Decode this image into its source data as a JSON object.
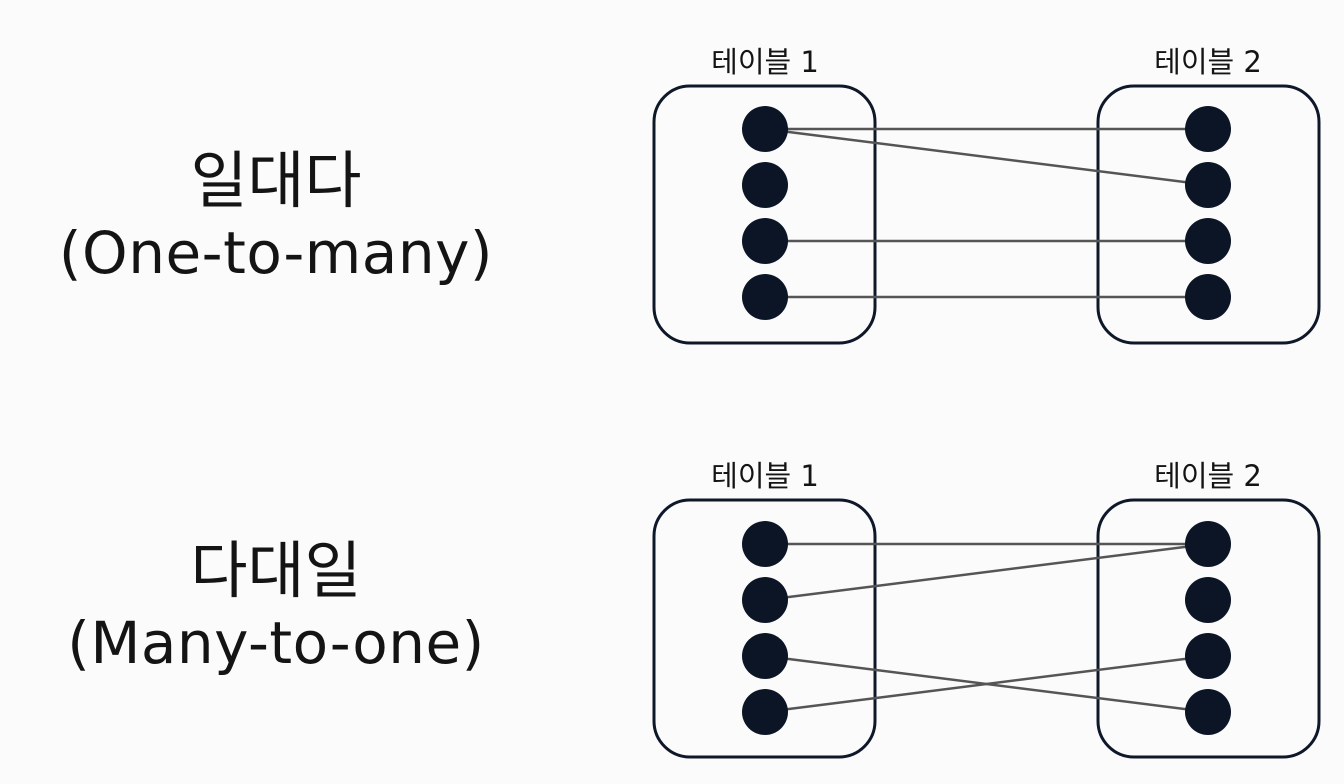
{
  "diagrams": [
    {
      "ko_label": "일대다",
      "en_label": "(One-to-many)",
      "table1_title": "테이블 1",
      "table2_title": "테이블 2",
      "links": [
        [
          0,
          0
        ],
        [
          0,
          1
        ],
        [
          2,
          2
        ],
        [
          3,
          3
        ]
      ]
    },
    {
      "ko_label": "다대일",
      "en_label": "(Many-to-one)",
      "table1_title": "테이블 1",
      "table2_title": "테이블 2",
      "links": [
        [
          0,
          0
        ],
        [
          1,
          0
        ],
        [
          2,
          3
        ],
        [
          3,
          2
        ]
      ]
    }
  ],
  "colors": {
    "background": "#fbfbfb",
    "node": "#0b1526",
    "box_stroke": "#0f1829",
    "link": "#555555",
    "text": "#141414"
  }
}
